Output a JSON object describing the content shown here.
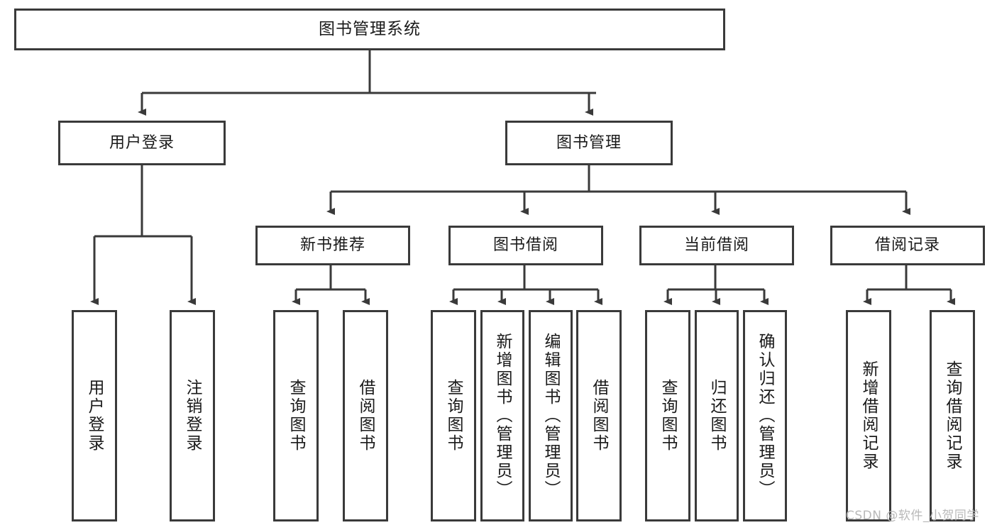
{
  "diagram": {
    "type": "tree-hierarchy",
    "title": "图书管理系统",
    "watermark": "CSDN @软件_小贺同学",
    "colors": {
      "background": "#ffffff",
      "border": "#3a3a3a",
      "connector": "#3a3a3a",
      "text": "#1a1a1a",
      "watermark": "#b9b9b9"
    },
    "nodes": {
      "root": {
        "label": "图书管理系统"
      },
      "level2": [
        {
          "label": "用户登录"
        },
        {
          "label": "图书管理"
        }
      ],
      "level3": [
        {
          "label": "新书推荐"
        },
        {
          "label": "图书借阅"
        },
        {
          "label": "当前借阅"
        },
        {
          "label": "借阅记录"
        }
      ],
      "leaves": {
        "user_login": [
          {
            "label": "用户登录"
          },
          {
            "label": "注销登录"
          }
        ],
        "new_book_recommend": [
          {
            "label": "查询图书"
          },
          {
            "label": "借阅图书"
          }
        ],
        "book_borrow": [
          {
            "label": "查询图书"
          },
          {
            "label": "新增图书（管理员）"
          },
          {
            "label": "编辑图书（管理员）"
          },
          {
            "label": "借阅图书"
          }
        ],
        "current_borrow": [
          {
            "label": "查询图书"
          },
          {
            "label": "归还图书"
          },
          {
            "label": "确认归还（管理员）"
          }
        ],
        "borrow_records": [
          {
            "label": "新增借阅记录"
          },
          {
            "label": "查询借阅记录"
          }
        ]
      }
    }
  }
}
